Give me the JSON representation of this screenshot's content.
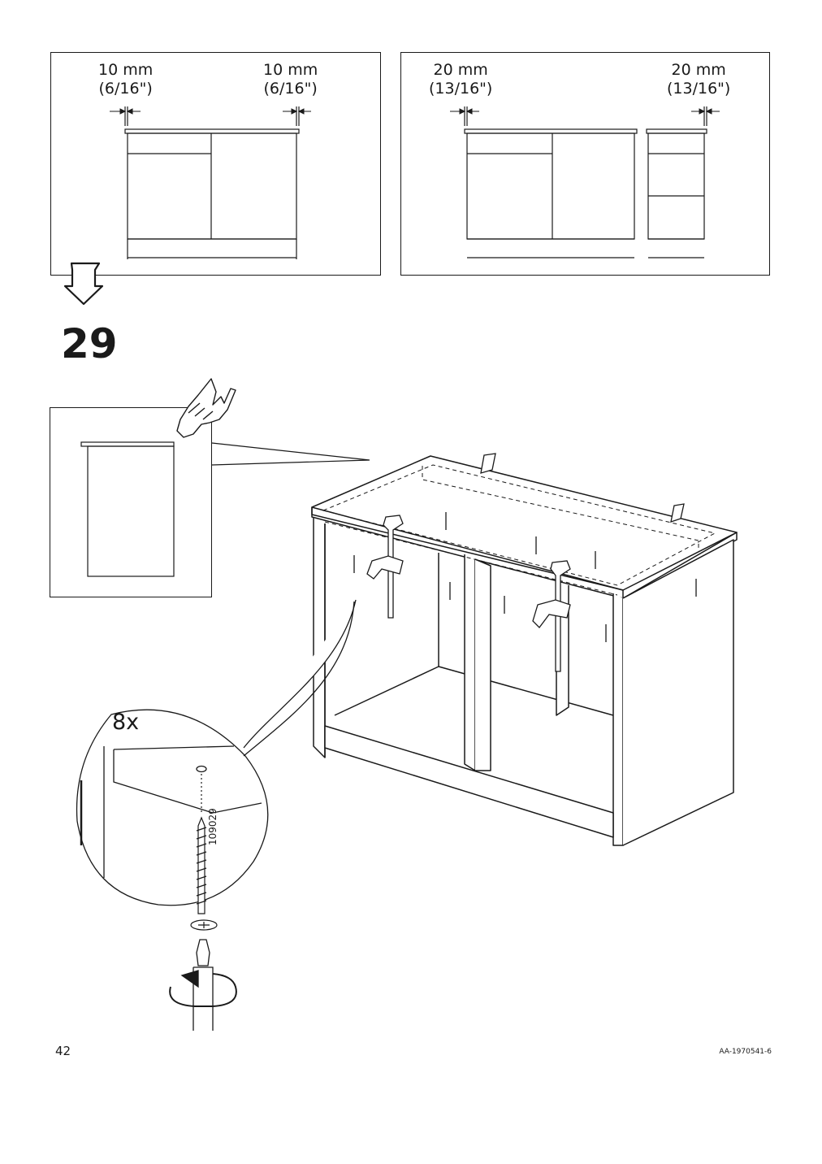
{
  "page": {
    "number": "42",
    "doc_id": "AA-1970541-6"
  },
  "step": {
    "number": "29",
    "screw_quantity": "8x",
    "part_number": "109029"
  },
  "panel_a": {
    "left_dim_mm": "10 mm",
    "left_dim_in": "(6/16\")",
    "right_dim_mm": "10 mm",
    "right_dim_in": "(6/16\")"
  },
  "panel_b": {
    "left_dim_mm": "20 mm",
    "left_dim_in": "(13/16\")",
    "right_dim_mm": "20 mm",
    "right_dim_in": "(13/16\")"
  }
}
